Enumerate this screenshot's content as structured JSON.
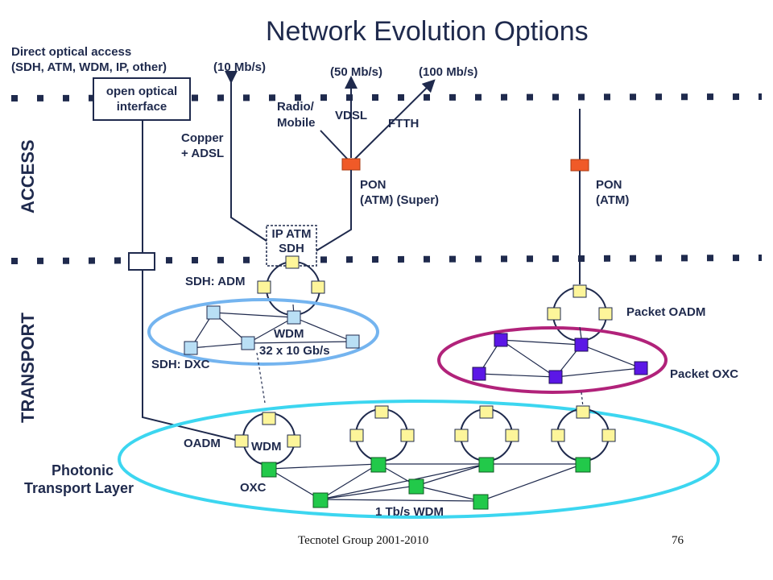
{
  "title": "Network Evolution Options",
  "direct_access": {
    "line1": "Direct optical access",
    "line2": "(SDH, ATM, WDM, IP, other)"
  },
  "optical_interface": {
    "line1": "open optical",
    "line2": "interface"
  },
  "rates": {
    "r10": "(10 Mb/s)",
    "r50": "(50 Mb/s)",
    "r100": "(100 Mb/s)"
  },
  "access_labels": {
    "radio1": "Radio/",
    "radio2": "Mobile",
    "vdsl": "VDSL",
    "ftth": "FTTH",
    "copper1": "Copper",
    "copper2": "+ ADSL",
    "pon_super1": "PON",
    "pon_super2": "(ATM) (Super)",
    "pon_atm1": "PON",
    "pon_atm2": "(ATM)"
  },
  "ip_atm": {
    "line1": "IP ATM",
    "line2": "SDH"
  },
  "sections": {
    "access": "ACCESS",
    "transport": "TRANSPORT"
  },
  "transport_labels": {
    "sdh_adm": "SDH: ADM",
    "wdm": "WDM",
    "wdm_rate": "32 x 10 Gb/s",
    "sdh_dxc": "SDH: DXC",
    "packet_oadm": "Packet OADM",
    "packet_oxc": "Packet OXC"
  },
  "photonic": {
    "oadm": "OADM",
    "wdm": "WDM",
    "oxc": "OXC",
    "layer1": "Photonic",
    "layer2": "Transport Layer",
    "wdm_rate": "1 Tb/s WDM"
  },
  "footer": {
    "left": "Tecnotel Group 2001-2010",
    "page": "76"
  },
  "colors": {
    "text": "#1f2a4d",
    "dots": "#1f2a4d",
    "pon": "#f05a28",
    "node": "#fdf59a",
    "sdh_node": "#b9dff5",
    "wdm_oval": "#74b4ef",
    "packet_oval": "#b1227a",
    "packet_node": "#5b17e6",
    "photonic_oval": "#3cd6f0",
    "oxc_node": "#22c94a"
  }
}
